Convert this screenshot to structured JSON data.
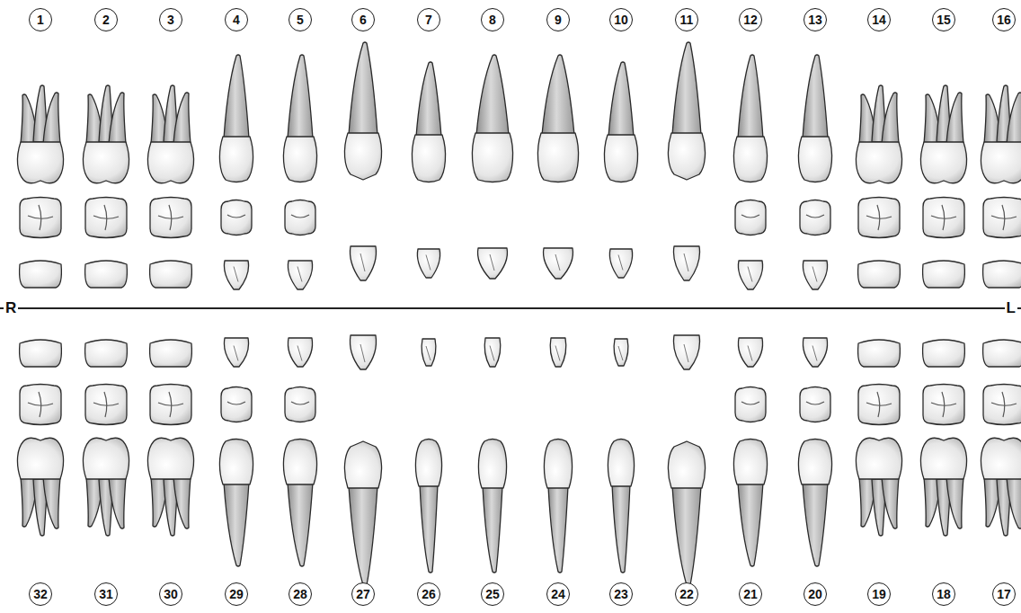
{
  "diagram": {
    "nodes": [
      {
        "text": [
          "1"
        ]
      },
      {
        "text": [
          "2"
        ]
      },
      {
        "text": [
          "3"
        ]
      },
      {
        "text": [
          "4"
        ]
      },
      {
        "text": [
          "5"
        ]
      },
      {
        "text": [
          "6"
        ]
      },
      {
        "text": [
          "7"
        ]
      },
      {
        "text": [
          "8"
        ]
      },
      {
        "text": [
          "9"
        ]
      },
      {
        "text": [
          "10"
        ]
      },
      {
        "text": [
          "11"
        ]
      },
      {
        "text": [
          "12"
        ]
      },
      {
        "text": [
          "13"
        ]
      },
      {
        "text": [
          "14"
        ]
      },
      {
        "text": [
          "15"
        ]
      },
      {
        "text": [
          "16"
        ]
      },
      {
        "text": [
          "32"
        ]
      },
      {
        "text": [
          "31"
        ]
      },
      {
        "text": [
          "30"
        ]
      },
      {
        "text": [
          "29"
        ]
      },
      {
        "text": [
          "28"
        ]
      },
      {
        "text": [
          "27"
        ]
      },
      {
        "text": [
          "26"
        ]
      },
      {
        "text": [
          "25"
        ]
      },
      {
        "text": [
          "24"
        ]
      },
      {
        "text": [
          "23"
        ]
      },
      {
        "text": [
          "22"
        ]
      },
      {
        "text": [
          "21"
        ]
      },
      {
        "text": [
          "20"
        ]
      },
      {
        "text": [
          "19"
        ]
      },
      {
        "text": [
          "18"
        ]
      },
      {
        "text": [
          "17"
        ]
      }
    ],
    "labels": [
      "R",
      "L"
    ]
  }
}
